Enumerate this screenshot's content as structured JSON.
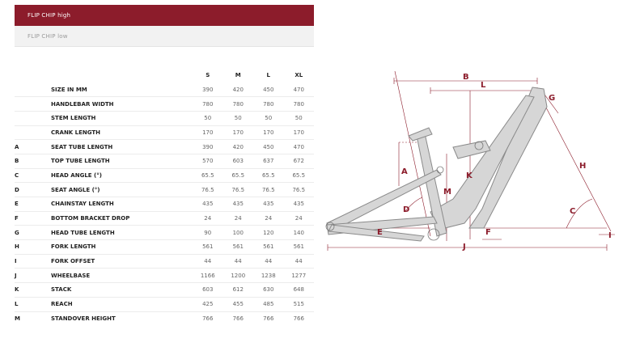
{
  "tabs": [
    {
      "label": "FLIP CHIP high",
      "active": true
    },
    {
      "label": "FLIP CHIP low",
      "active": false
    }
  ],
  "table": {
    "columns": [
      "S",
      "M",
      "L",
      "XL"
    ],
    "rows": [
      {
        "letter": "",
        "name": "SIZE IN MM",
        "values": [
          "390",
          "420",
          "450",
          "470"
        ]
      },
      {
        "letter": "",
        "name": "HANDLEBAR WIDTH",
        "values": [
          "780",
          "780",
          "780",
          "780"
        ]
      },
      {
        "letter": "",
        "name": "STEM LENGTH",
        "values": [
          "50",
          "50",
          "50",
          "50"
        ]
      },
      {
        "letter": "",
        "name": "CRANK LENGTH",
        "values": [
          "170",
          "170",
          "170",
          "170"
        ]
      },
      {
        "letter": "A",
        "name": "SEAT TUBE LENGTH",
        "values": [
          "390",
          "420",
          "450",
          "470"
        ]
      },
      {
        "letter": "B",
        "name": "TOP TUBE LENGTH",
        "values": [
          "570",
          "603",
          "637",
          "672"
        ]
      },
      {
        "letter": "C",
        "name": "HEAD ANGLE (°)",
        "values": [
          "65.5",
          "65.5",
          "65.5",
          "65.5"
        ]
      },
      {
        "letter": "D",
        "name": "SEAT ANGLE (°)",
        "values": [
          "76.5",
          "76.5",
          "76.5",
          "76.5"
        ]
      },
      {
        "letter": "E",
        "name": "CHAINSTAY LENGTH",
        "values": [
          "435",
          "435",
          "435",
          "435"
        ]
      },
      {
        "letter": "F",
        "name": "BOTTOM BRACKET DROP",
        "values": [
          "24",
          "24",
          "24",
          "24"
        ]
      },
      {
        "letter": "G",
        "name": "HEAD TUBE LENGTH",
        "values": [
          "90",
          "100",
          "120",
          "140"
        ]
      },
      {
        "letter": "H",
        "name": "FORK LENGTH",
        "values": [
          "561",
          "561",
          "561",
          "561"
        ]
      },
      {
        "letter": "I",
        "name": "FORK OFFSET",
        "values": [
          "44",
          "44",
          "44",
          "44"
        ]
      },
      {
        "letter": "J",
        "name": "WHEELBASE",
        "values": [
          "1166",
          "1200",
          "1238",
          "1277"
        ]
      },
      {
        "letter": "K",
        "name": "STACK",
        "values": [
          "603",
          "612",
          "630",
          "648"
        ]
      },
      {
        "letter": "L",
        "name": "REACH",
        "values": [
          "425",
          "455",
          "485",
          "515"
        ]
      },
      {
        "letter": "M",
        "name": "STANDOVER HEIGHT",
        "values": [
          "766",
          "766",
          "766",
          "766"
        ]
      }
    ]
  },
  "diagram": {
    "labels": [
      "A",
      "B",
      "C",
      "D",
      "E",
      "F",
      "G",
      "H",
      "I",
      "J",
      "K",
      "L",
      "M"
    ]
  },
  "colors": {
    "accent": "#8c1c2b",
    "frame": "#d6d6d6",
    "frame_stroke": "#8a8a8a"
  }
}
